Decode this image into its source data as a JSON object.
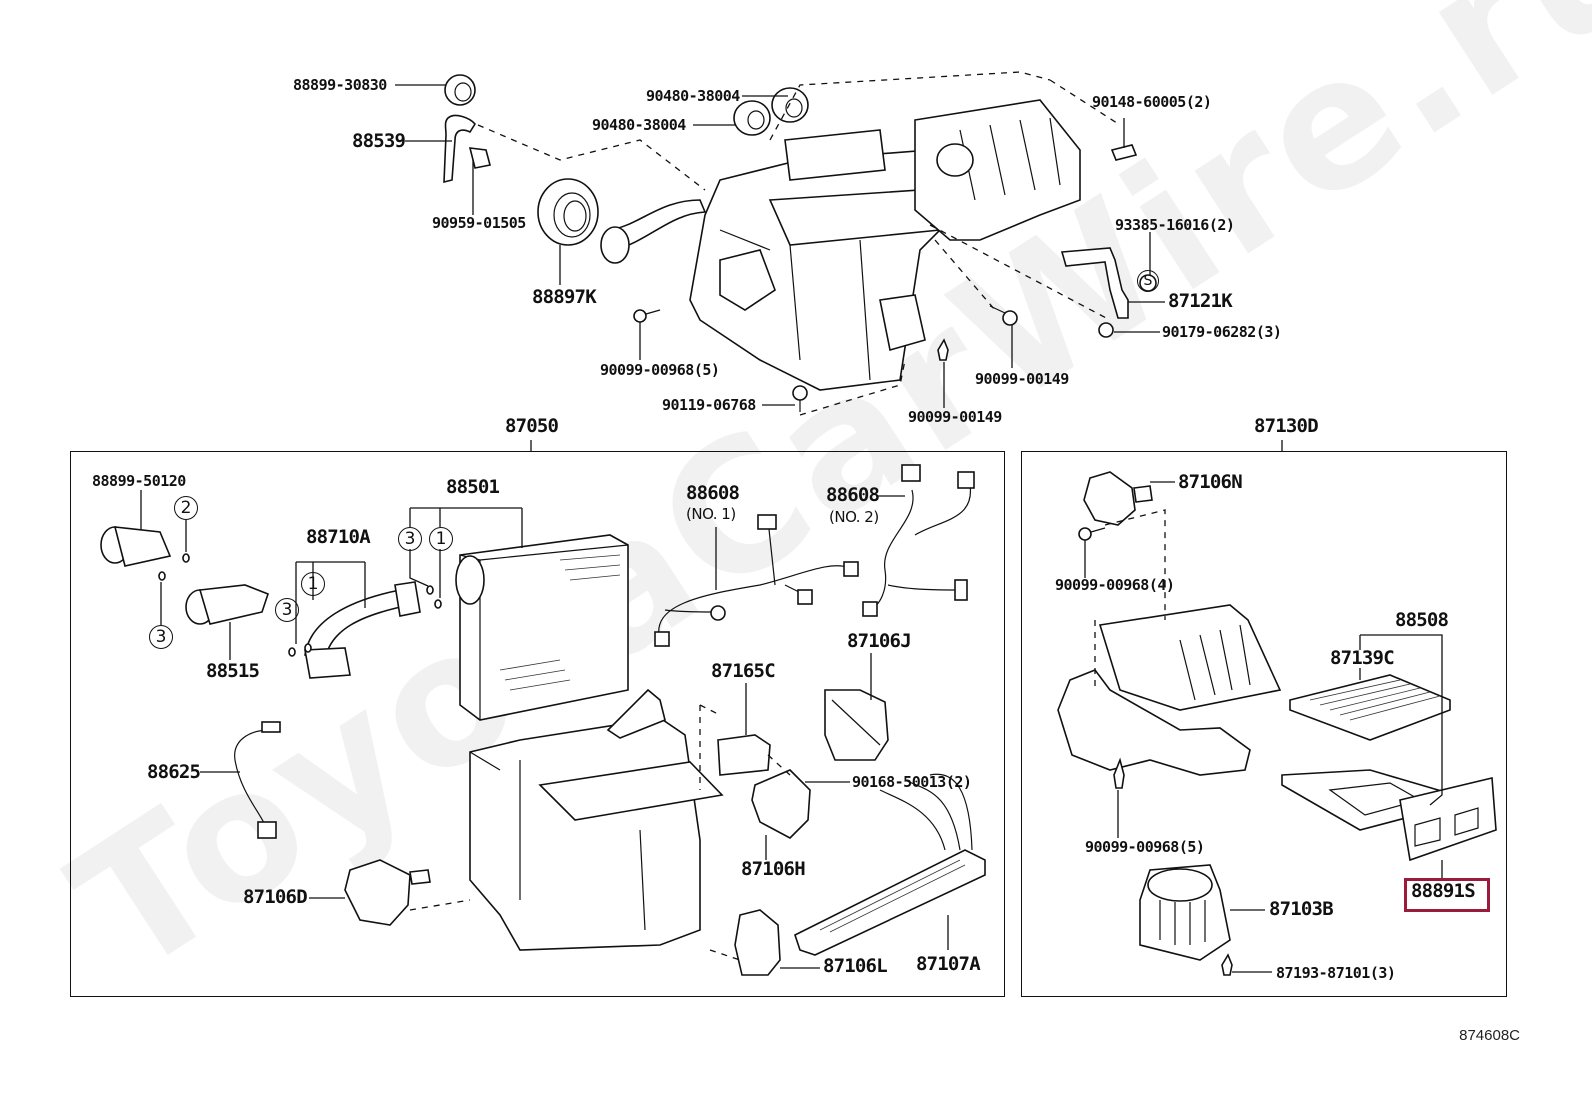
{
  "diagram": {
    "watermark": "ToyotaCarWire.ru",
    "diagram_id": "874608C",
    "highlight_color": "#9b1b3a",
    "highlighted_part": "88891S"
  },
  "top_assembly": {
    "labels": {
      "p88899_30830": "88899-30830",
      "p88539": "88539",
      "p90959_01505": "90959-01505",
      "p88897K": "88897K",
      "p90480_38004_a": "90480-38004",
      "p90480_38004_b": "90480-38004",
      "p90148_60005": "90148-60005(2)",
      "p93385_16016": "93385-16016(2)",
      "p87121K": "87121K",
      "p90179_06282": "90179-06282(3)",
      "p90099_00968_5": "90099-00968(5)",
      "p90119_06768": "90119-06768",
      "p90099_00149_a": "90099-00149",
      "p90099_00149_b": "90099-00149",
      "s_symbol": "S"
    }
  },
  "group_87050": {
    "title": "87050",
    "labels": {
      "p88899_50120": "88899-50120",
      "p88501": "88501",
      "p88710A": "88710A",
      "p88515": "88515",
      "p88608_1": "88608",
      "p88608_1_sub": "(NO. 1)",
      "p88608_2": "88608",
      "p88608_2_sub": "(NO. 2)",
      "p87106J": "87106J",
      "p87165C": "87165C",
      "p90168_50013": "90168-50013(2)",
      "p88625": "88625",
      "p87106H": "87106H",
      "p87106D": "87106D",
      "p87106L": "87106L",
      "p87107A": "87107A"
    },
    "oring_callouts": [
      "2",
      "3",
      "3",
      "1",
      "3",
      "1"
    ]
  },
  "group_87130D": {
    "title": "87130D",
    "labels": {
      "p87106N": "87106N",
      "p90099_00968_4": "90099-00968(4)",
      "p88508": "88508",
      "p87139C": "87139C",
      "p90099_00968_5": "90099-00968(5)",
      "p88891S": "88891S",
      "p87103B": "87103B",
      "p87193_87101": "87193-87101(3)"
    }
  }
}
